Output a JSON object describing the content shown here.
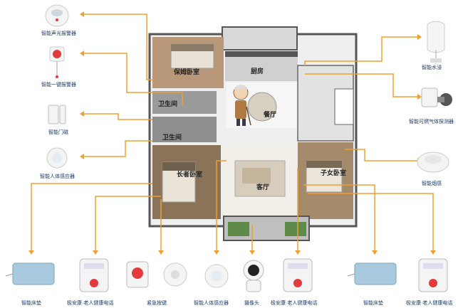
{
  "devices": {
    "sound_light_alarm": "智能声光报警器",
    "panic_button": "智能一键报警器",
    "door_sensor": "智能门磁",
    "body_sensor_left": "智能人体感应器",
    "water_sensor": "智能水浸",
    "gas_detector": "智能可燃气体探测器",
    "smoke_detector": "智能烟感",
    "bed_pad_left": "智能床垫",
    "health_phone_1": "极安康·老人健康电话",
    "emergency_button": "紧急按键",
    "body_sensor_bottom": "智能人体感应器",
    "camera": "摄像头",
    "health_phone_2": "极安康·老人健康电话",
    "bed_pad_right": "智能床垫",
    "health_phone_3": "极安康·老人健康电话"
  },
  "rooms": {
    "nanny_room": "保姆卧室",
    "kitchen": "厨房",
    "bathroom_1": "卫生间",
    "dining": "餐厅",
    "bathroom_2": "卫生间",
    "master_bedroom": "长者卧室",
    "living_room": "客厅",
    "child_room": "子女卧室"
  },
  "colors": {
    "line": "#f0a030",
    "label": "#1a3a6a",
    "accent": "#e23b3b"
  }
}
